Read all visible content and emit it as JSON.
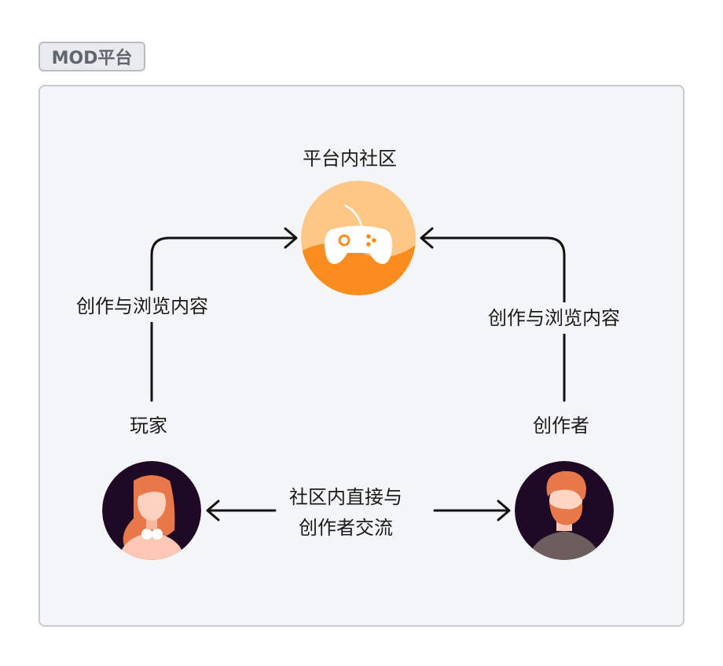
{
  "platform_tag": "MOD平台",
  "nodes": {
    "community": {
      "label": "平台内社区",
      "icon": "game-controller-icon"
    },
    "player": {
      "label": "玩家",
      "icon": "female-avatar"
    },
    "creator": {
      "label": "创作者",
      "icon": "male-avatar"
    }
  },
  "edges": {
    "player_to_community": "创作与浏览内容",
    "creator_to_community": "创作与浏览内容",
    "player_creator_line1": "社区内直接与",
    "player_creator_line2": "创作者交流"
  },
  "colors": {
    "accent_orange": "#fb8c1e",
    "light_orange": "#ffc785",
    "avatar_hair": "#e8784a",
    "avatar_bg": "#1e0a24"
  }
}
